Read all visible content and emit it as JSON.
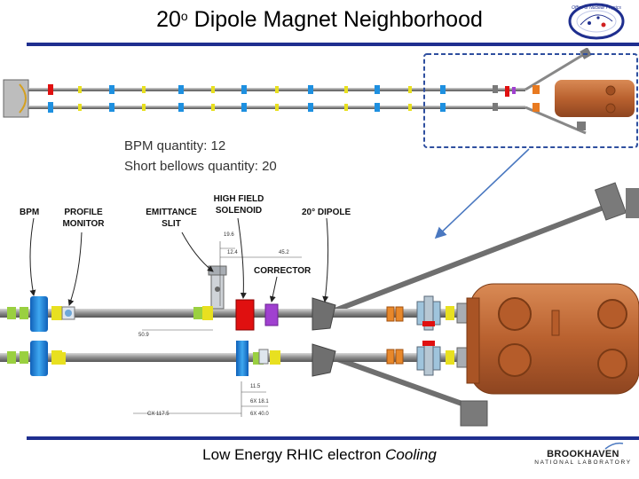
{
  "slide": {
    "title_prefix": "20",
    "title_degree": "o",
    "title_rest": " Dipole Magnet Neighborhood",
    "footer_main": "Low Energy RHIC electron ",
    "footer_italic": "Cooling"
  },
  "quantities": {
    "bpm": "BPM quantity:  12",
    "bellows": "Short bellows quantity:  20"
  },
  "labels": {
    "bpm": "BPM",
    "profile_monitor": [
      "PROFILE",
      "MONITOR"
    ],
    "emittance_slit": [
      "EMITTANCE",
      "SLIT"
    ],
    "high_field_solenoid": [
      "HIGH FIELD",
      "SOLENOID"
    ],
    "dipole": "20° DIPOLE",
    "corrector": "CORRECTOR"
  },
  "dimensions": {
    "d1": "19.6",
    "d2": "12.4",
    "d3": "45.2",
    "d4": "50.9",
    "d5": "11.5",
    "d6": "6X 18.1",
    "d7": "CX 117.5",
    "d8": "6X 40.0"
  },
  "logos": {
    "office": "Office of Nuclear Physics",
    "brookhaven": "BROOKHAVEN",
    "national_lab": "NATIONAL LABORATORY"
  },
  "colors": {
    "rule": "#1f2f8f",
    "bpm": "#1e90e0",
    "bellows": "#e8e020",
    "solenoid": "#e01010",
    "corrector": "#a040d0",
    "dipole": "#7a7a7a",
    "chamber": "#c26838",
    "arrow": "#4a78c0"
  }
}
